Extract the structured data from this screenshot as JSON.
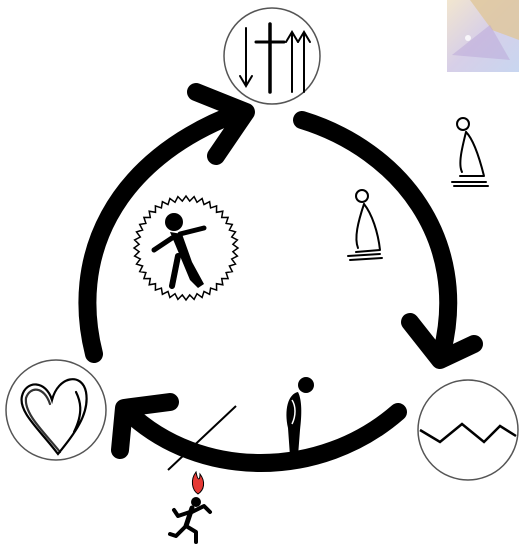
{
  "diagram": {
    "nodes": [
      {
        "id": "cross",
        "icon": "cross-arrows-icon"
      },
      {
        "id": "zigzag",
        "icon": "zigzag-line-icon"
      },
      {
        "id": "heart",
        "icon": "heart-icon"
      }
    ],
    "figures": [
      {
        "id": "kneeling-1",
        "icon": "kneeling-figure-icon"
      },
      {
        "id": "kneeling-2",
        "icon": "kneeling-figure-icon"
      },
      {
        "id": "bowed",
        "icon": "bowed-head-figure-icon"
      },
      {
        "id": "running",
        "icon": "running-figure-fire-icon"
      },
      {
        "id": "reaching",
        "icon": "reaching-figure-badge-icon"
      }
    ],
    "corner_image": {
      "icon": "photo-thumbnail-icon"
    },
    "colors": {
      "stroke": "#000000",
      "background": "#ffffff",
      "circle_outline": "#555555",
      "fire": "#e53935"
    }
  }
}
